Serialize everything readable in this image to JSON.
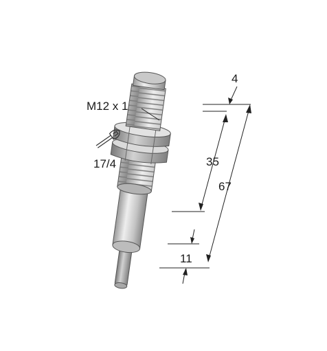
{
  "labels": {
    "thread": "M12 x 1",
    "wrench_size": "17/4",
    "dim_flange": "4",
    "dim_thread_length": "35",
    "dim_total_length": "67",
    "dim_cable_length": "11"
  },
  "icons": [
    "wrench-icon"
  ],
  "colors": {
    "metal_light": "#e6e6e6",
    "metal_mid": "#bdbdbd",
    "metal_dark": "#8f8f8f",
    "line": "#222222"
  }
}
